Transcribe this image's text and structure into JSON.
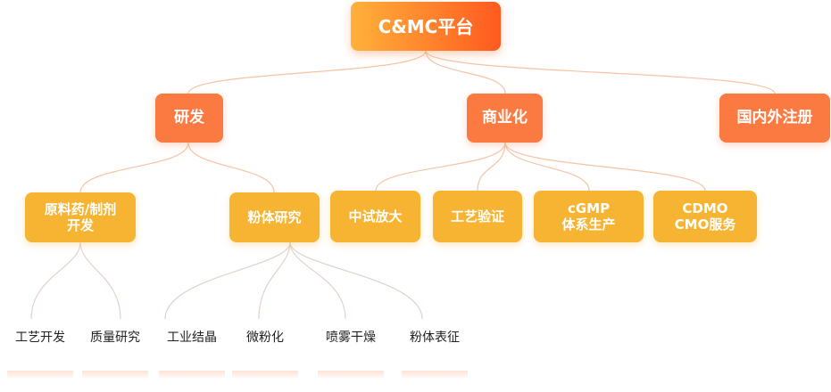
{
  "root": {
    "label": "C&MC平台"
  },
  "level1": {
    "rnd": "研发",
    "commercial": "商业化",
    "registration": "国内外注册"
  },
  "level2": {
    "api_dev": [
      "原料药/制剂",
      "开发"
    ],
    "powder": "粉体研究",
    "pilot": "中试放大",
    "validation": "工艺验证",
    "cgmp": [
      "cGMP",
      "体系生产"
    ],
    "cdmo": [
      "CDMO",
      "CMO服务"
    ]
  },
  "leaves": {
    "process_dev": "工艺开发",
    "quality": "质量研究",
    "crystal": "工业结晶",
    "micronize": "微粉化",
    "spray": "喷雾干燥",
    "characterize": "粉体表征"
  },
  "colors": {
    "root_start": "#ffb13b",
    "root_end": "#ff5a1f",
    "level1": "#fb7a41",
    "level2": "#f7b332",
    "connector": "#f6c3a6",
    "leaf_connector": "#e0d2cb"
  }
}
